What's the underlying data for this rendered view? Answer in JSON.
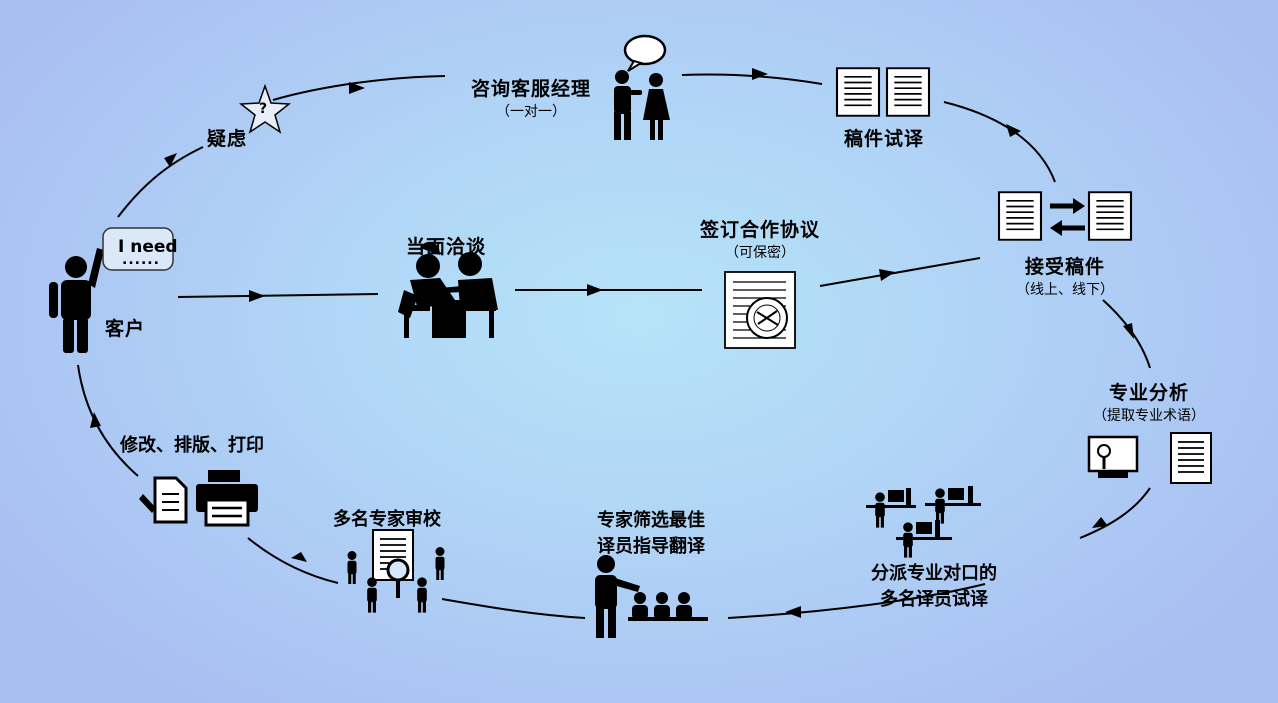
{
  "nodes": {
    "customer": "客户",
    "i_need_bubble": "I need",
    "i_need_dots": "......",
    "question_mark": "?",
    "doubt": "疑虑",
    "consult": {
      "title": "咨询客服经理",
      "sub": "（一对一）"
    },
    "trial": "稿件试译",
    "receive": {
      "title": "接受稿件",
      "sub": "（线上、线下）"
    },
    "analysis": {
      "title": "专业分析",
      "sub": "（提取专业术语）"
    },
    "assign": {
      "line1": "分派专业对口的",
      "line2": "多名译员试译"
    },
    "select": {
      "line1": "专家筛选最佳",
      "line2": "译员指导翻译"
    },
    "review": "多名专家审校",
    "finalize": "修改、排版、打印",
    "meet": "当面洽谈",
    "sign": {
      "title": "签订合作协议",
      "sub": "（可保密）"
    }
  }
}
